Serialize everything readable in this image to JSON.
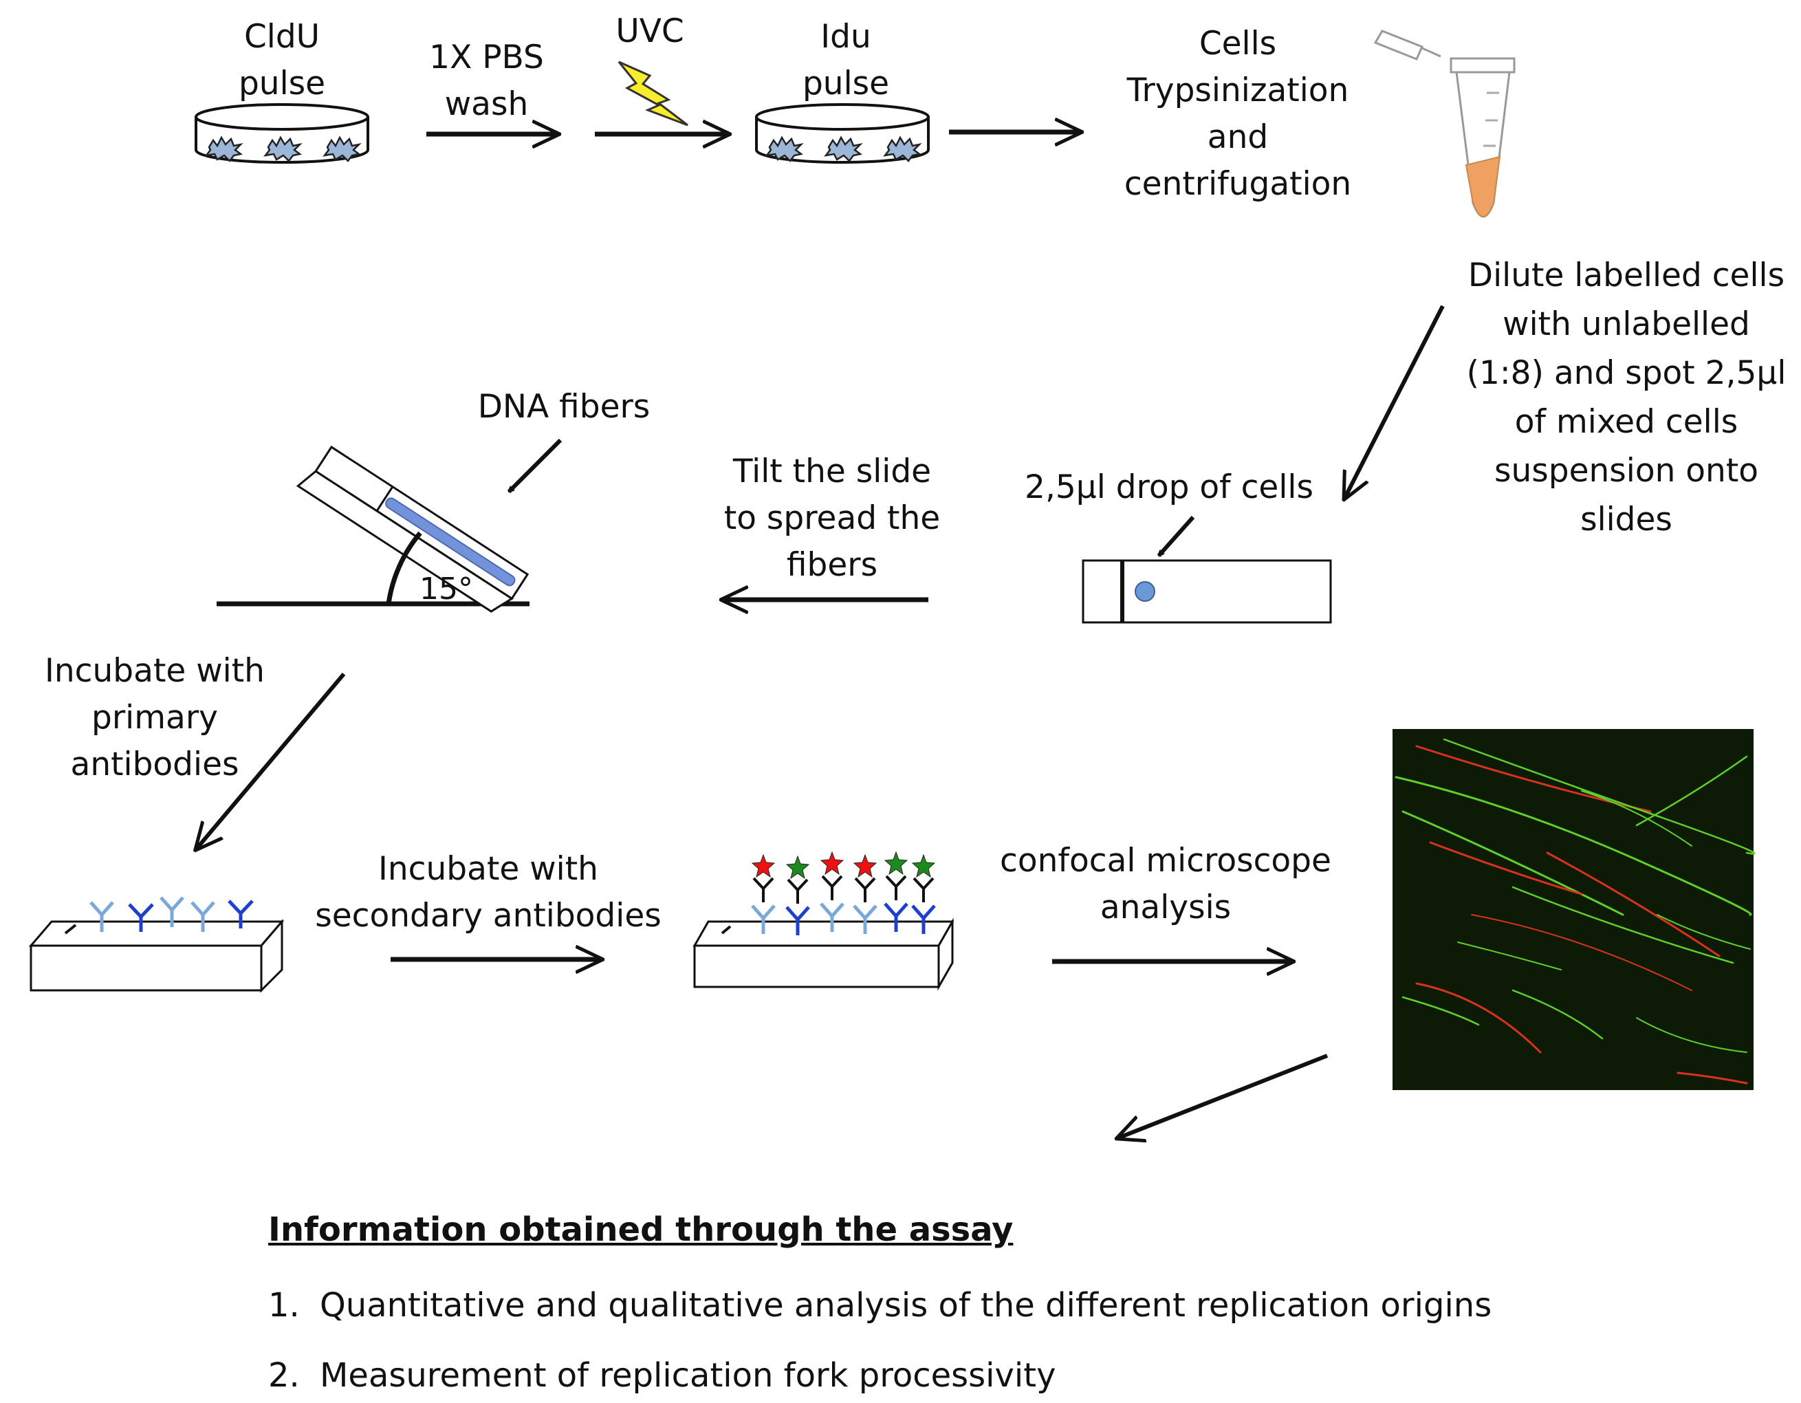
{
  "steps": {
    "cldu": "CldU\npulse",
    "pbs": "1X PBS\nwash",
    "uvc": "UVC",
    "idu": "Idu\npulse",
    "trypsin": "Cells\nTrypsinization\nand\ncentrifugation",
    "dilute": "Dilute labelled cells\nwith unlabelled\n(1:8) and spot 2,5μl\nof mixed cells\nsuspension onto\nslides",
    "drop": "2,5μl drop of cells",
    "tilt": "Tilt the slide\nto spread the\nfibers",
    "dna_fibers": "DNA fibers",
    "angle": "15°",
    "primary": "Incubate with\nprimary\nantibodies",
    "secondary": "Incubate with\nsecondary antibodies",
    "confocal": "confocal microscope\nanalysis"
  },
  "info": {
    "title": "Information obtained through the assay",
    "items": [
      {
        "num": "1.",
        "text": "Quantitative and qualitative analysis of the different replication origins"
      },
      {
        "num": "2.",
        "text": "Measurement of replication fork processivity"
      }
    ]
  },
  "colors": {
    "arrow": "#111111",
    "cell_fill": "#9bb6d6",
    "lightning": "#f7ec2e",
    "tube_liquid": "#f0a060",
    "drop": "#6b98d6",
    "antibody_light": "#7aa8d8",
    "antibody_dark": "#1f3fcf",
    "star_red": "#ee1111",
    "star_green": "#1c8a1c",
    "micrograph_bg": "#0d1a06",
    "fiber_green": "#5fd02a",
    "fiber_red": "#d8321a"
  }
}
